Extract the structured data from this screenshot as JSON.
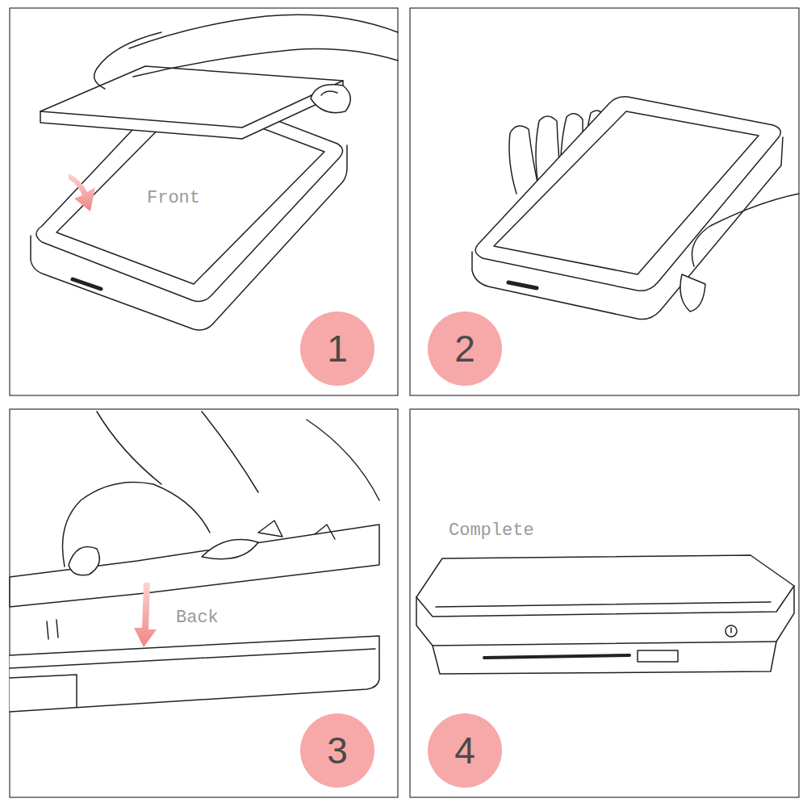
{
  "diagram": {
    "nodes": [
      {
        "text": [
          "1"
        ]
      },
      {
        "text": [
          "2"
        ]
      },
      {
        "text": [
          "3"
        ]
      },
      {
        "text": [
          "4"
        ]
      }
    ],
    "labels": [
      "Front",
      "Back",
      "Complete"
    ]
  }
}
